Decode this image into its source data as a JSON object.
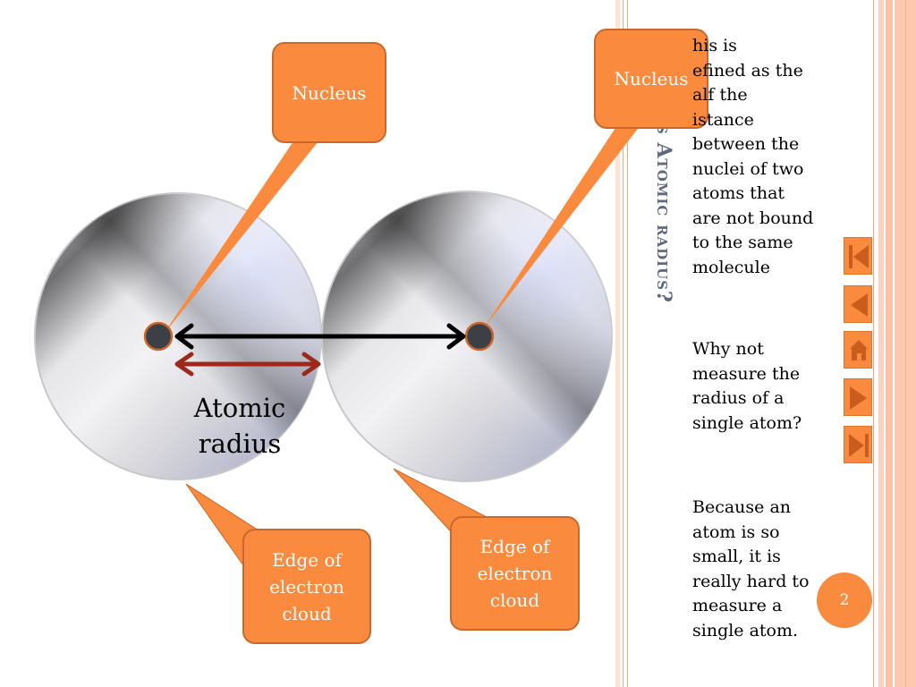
{
  "slide": {
    "title": "Atomic Radius?",
    "title_visible": "s Atomic radius?",
    "page_number": "2"
  },
  "callouts": {
    "nucleus_left": "Nucleus",
    "nucleus_right": "Nucleus",
    "edge_left": "Edge of\nelectron\ncloud",
    "edge_right": "Edge of\nelectron\ncloud"
  },
  "diagram": {
    "atomic_radius_label": "Atomic\nradius"
  },
  "side_text": {
    "definition": "his is\nefined as the\nalf the\nistance\nbetween the\nnuclei of two\natoms that\nare not bound\nto the same\nmolecule",
    "question": "Why not\nmeasure the\nradius of a\nsingle atom?",
    "answer": "Because an\natom is so\nsmall, it is\nreally hard to\nmeasure a\nsingle atom."
  },
  "nav": {
    "buttons": [
      "first-icon",
      "previous-icon",
      "home-icon",
      "next-icon",
      "last-icon"
    ]
  },
  "colors": {
    "accent": "#f98a3e",
    "accent_border": "#c9682a",
    "stripe": "#fbc9b0",
    "title": "#5d6a82",
    "radius_arrow": "#9b2a1c"
  }
}
